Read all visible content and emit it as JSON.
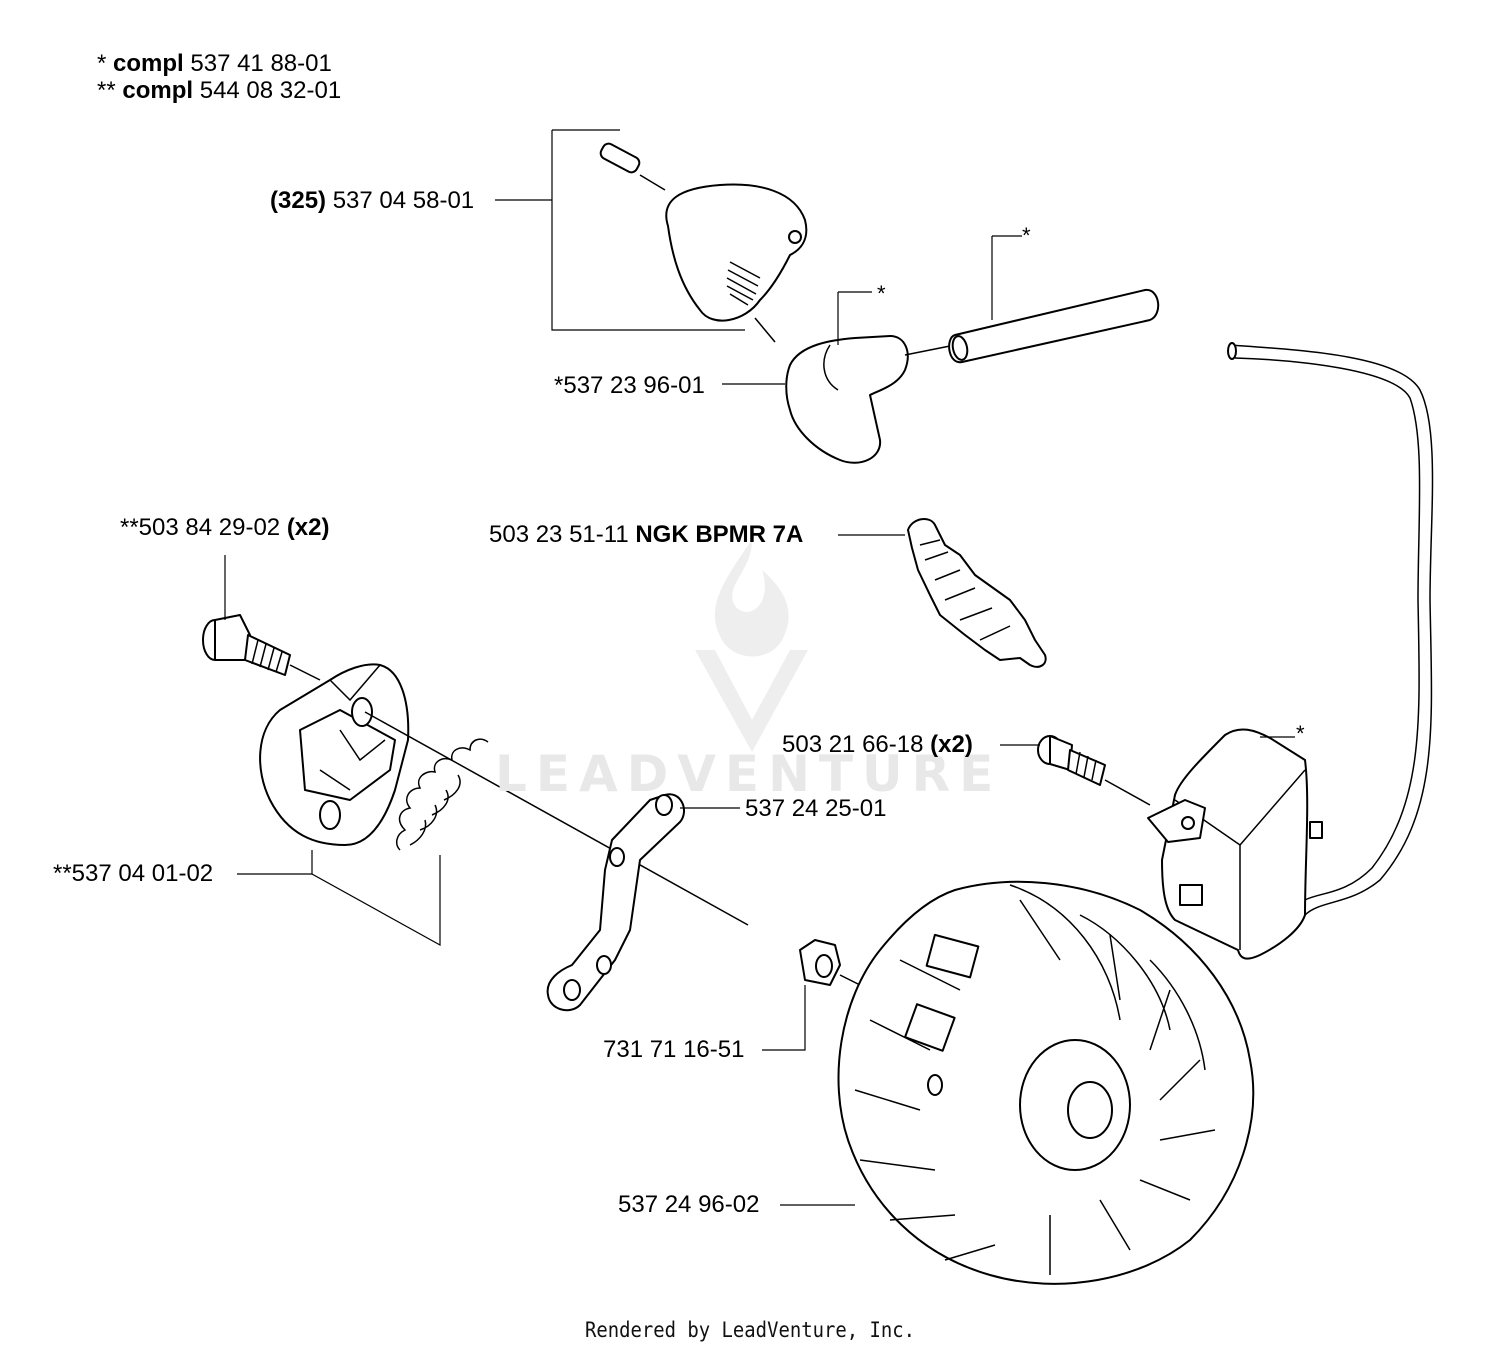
{
  "header": {
    "compl_1": {
      "prefix": "* ",
      "word": "compl",
      "number": " 537 41 88-01"
    },
    "compl_2": {
      "prefix": "** ",
      "word": "compl",
      "number": " 544 08 32-01"
    }
  },
  "labels": {
    "p325": {
      "bold": "(325)",
      "text": " 537 04 58-01"
    },
    "boot": {
      "text": "*537 23 96-01"
    },
    "plug": {
      "text": "503 23 51-11 ",
      "bold": "NGK BPMR 7A"
    },
    "pin": {
      "text": "**503 84 29-02 ",
      "bold": "(x2)"
    },
    "screw": {
      "text": "503 21 66-18 ",
      "bold": "(x2)"
    },
    "lever": {
      "text": "537 24 25-01"
    },
    "pawl": {
      "text": "**537 04 01-02"
    },
    "nut": {
      "text": "731 71 16-51"
    },
    "flywheel": {
      "text": "537 24 96-02"
    },
    "star_boot": "*",
    "star_tube": "*",
    "star_module": "*"
  },
  "watermark": "LEADVENTURE",
  "footer": "Rendered by LeadVenture, Inc."
}
